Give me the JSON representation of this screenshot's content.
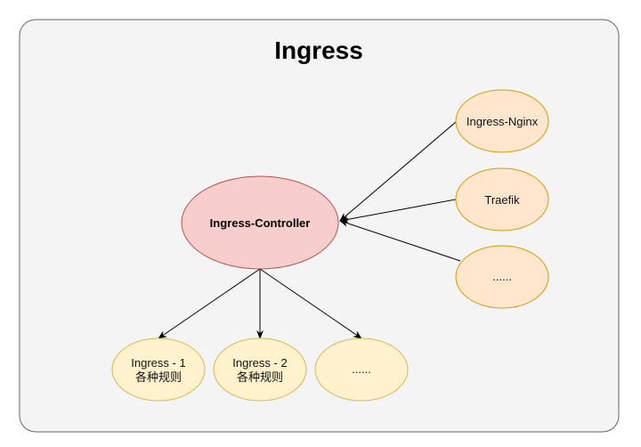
{
  "title": "Ingress",
  "controller": {
    "label": "Ingress-Controller"
  },
  "implementations": [
    {
      "label": "Ingress-Nginx"
    },
    {
      "label": "Traefik"
    },
    {
      "label": "......"
    }
  ],
  "rules": [
    {
      "line1": "Ingress - 1",
      "line2": "各种规则"
    },
    {
      "line1": "Ingress - 2",
      "line2": "各种规则"
    },
    {
      "line1": "......",
      "line2": ""
    }
  ],
  "colors": {
    "background": "#f4f4f4",
    "frame_border": "#666666",
    "controller_fill": "#f8cecc",
    "controller_stroke": "#b85450",
    "node_fill": "#ffe6cc",
    "node_stroke": "#d79b00",
    "rule_fill": "#fff2cc",
    "rule_stroke": "#d6b656"
  }
}
